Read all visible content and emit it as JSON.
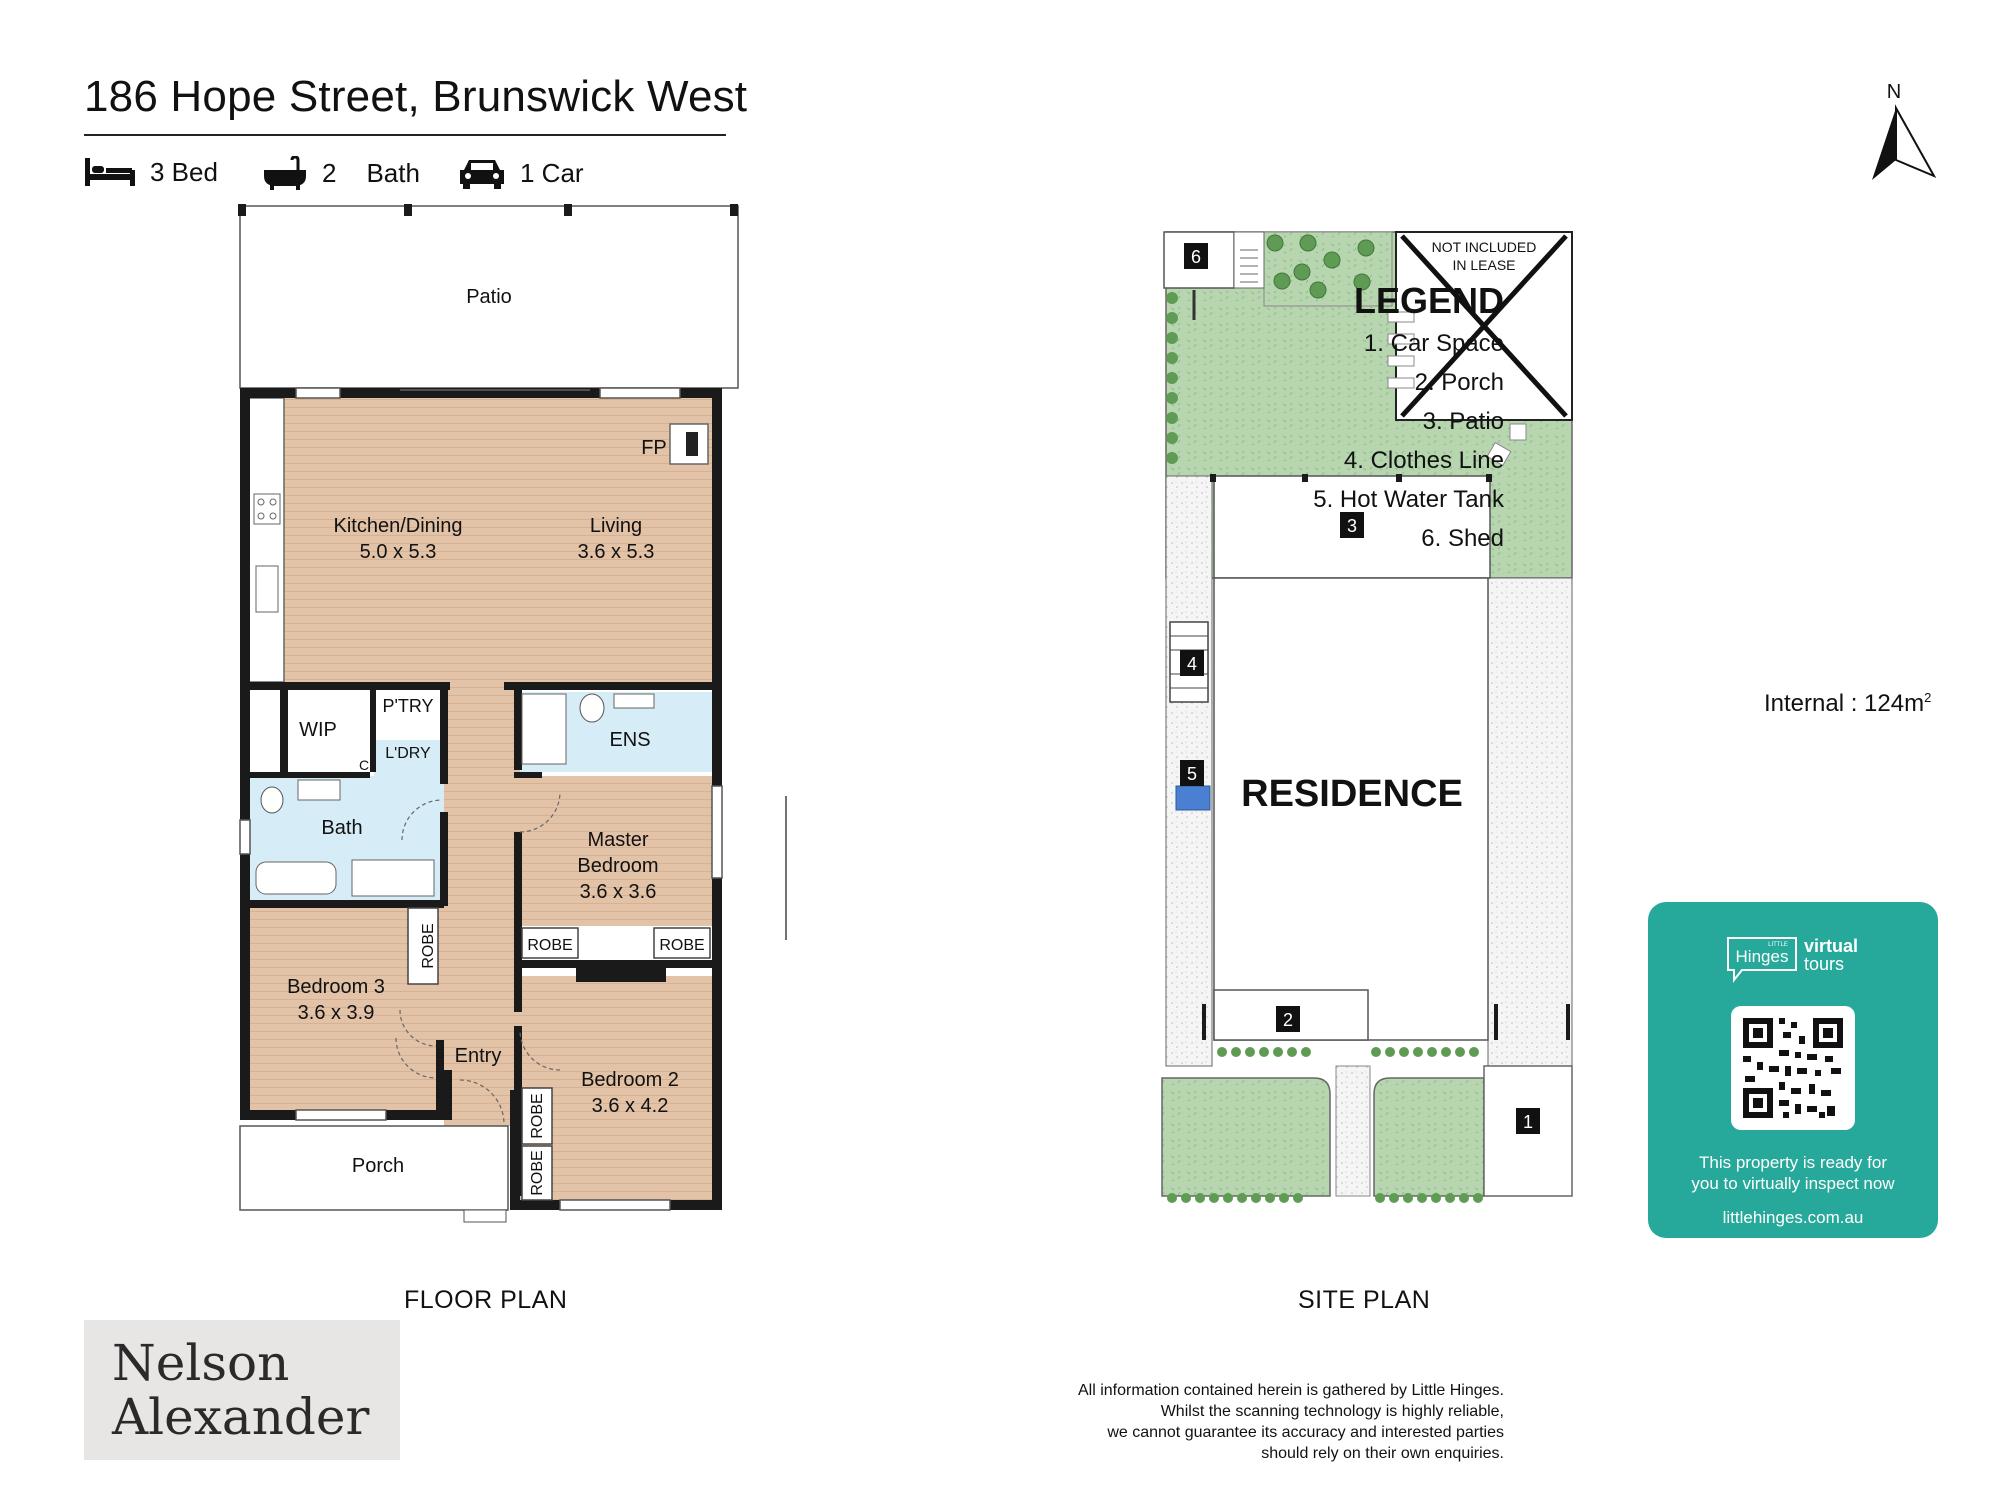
{
  "header": {
    "address": "186 Hope Street, Brunswick West",
    "beds": "3 Bed",
    "baths_count": "2",
    "baths_label": "Bath",
    "cars": "1 Car"
  },
  "icons": {
    "bed": "bed-icon",
    "bath": "bathtub-icon",
    "car": "car-icon",
    "north": "north-arrow-icon"
  },
  "floor_plan": {
    "caption": "FLOOR PLAN",
    "rooms": {
      "patio": "Patio",
      "kitchen_name": "Kitchen/Dining",
      "kitchen_size": "5.0 x 5.3",
      "living_name": "Living",
      "living_size": "3.6 x 5.3",
      "fp": "FP",
      "wip": "WIP",
      "pantry": "P'TRY",
      "laundry": "L'DRY",
      "cupboard": "C",
      "ens": "ENS",
      "bath": "Bath",
      "master_line1": "Master",
      "master_line2": "Bedroom",
      "master_size": "3.6 x 3.6",
      "robe": "ROBE",
      "bed3_name": "Bedroom 3",
      "bed3_size": "3.6 x 3.9",
      "entry": "Entry",
      "bed2_name": "Bedroom 2",
      "bed2_size": "3.6 x 4.2",
      "porch": "Porch"
    }
  },
  "site_plan": {
    "caption": "SITE PLAN",
    "residence": "RESIDENCE",
    "not_included_line1": "NOT INCLUDED",
    "not_included_line2": "IN LEASE",
    "markers": [
      "1",
      "2",
      "3",
      "4",
      "5",
      "6"
    ]
  },
  "legend": {
    "title": "LEGEND",
    "items": [
      "1. Car Space",
      "2. Porch",
      "3. Patio",
      "4. Clothes Line",
      "5. Hot Water Tank",
      "6. Shed"
    ],
    "internal_label": "Internal  : 124m",
    "internal_sup": "2"
  },
  "virtual_tour": {
    "logo_small": "LITTLE",
    "logo_brand": "Hinges",
    "logo_word1": "virtual",
    "logo_word2": "tours",
    "message_line1": "This property is ready for",
    "message_line2": "you to virtually inspect now",
    "url": "littlehinges.com.au",
    "color": "#26a89b"
  },
  "brand": {
    "line1": "Nelson",
    "line2": "Alexander",
    "bg": "#e8e6e4"
  },
  "disclaimer": [
    "All information contained herein is gathered by Little Hinges.",
    "Whilst the scanning technology is highly reliable,",
    "we cannot guarantee its accuracy and interested parties",
    "should rely on their own enquiries."
  ],
  "colors": {
    "floor_wood": "#e3c3a8",
    "wet_area": "#d6ecf7",
    "garden": "#b7d6b0",
    "hot_water": "#4a7fd1",
    "wall": "#1a1a1a"
  }
}
